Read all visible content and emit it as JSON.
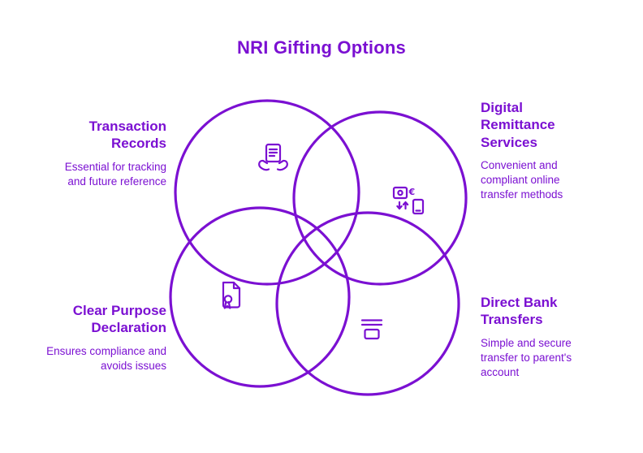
{
  "title": "NRI Gifting Options",
  "colors": {
    "accent": "#7b10d2",
    "background": "#ffffff"
  },
  "items": [
    {
      "id": "transaction-records",
      "title": "Transaction Records",
      "description": "Essential for tracking and future reference",
      "icon": "hands-holding-report-icon",
      "position": "top-left"
    },
    {
      "id": "digital-remittance-services",
      "title": "Digital Remittance Services",
      "description": "Convenient and compliant online transfer methods",
      "icon": "currency-exchange-icon",
      "position": "top-right"
    },
    {
      "id": "clear-purpose-declaration",
      "title": "Clear Purpose Declaration",
      "description": "Ensures compliance and avoids issues",
      "icon": "certificate-icon",
      "position": "bottom-left"
    },
    {
      "id": "direct-bank-transfers",
      "title": "Direct Bank Transfers",
      "description": "Simple and secure transfer to parent's account",
      "icon": "cash-card-icon",
      "position": "bottom-right"
    }
  ]
}
